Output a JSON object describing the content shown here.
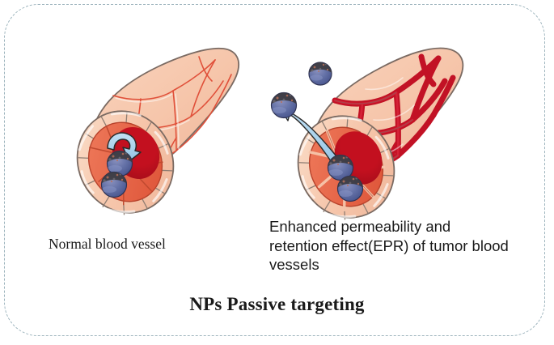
{
  "figure": {
    "title": "NPs Passive targeting",
    "frame_color": "#9db4bd",
    "background": "#ffffff"
  },
  "captions": {
    "normal_vessel": "Normal blood vessel",
    "epr_effect": "Enhanced permeability and retention effect(EPR) of tumor blood vessels"
  },
  "panels": [
    {
      "id": "normal",
      "label": "Normal blood vessel",
      "vessel_type": "normal",
      "junctions": "tight",
      "nanoparticles_inside": 2,
      "nanoparticles_outside": 0,
      "arrow": "u-turn-blocked",
      "arrow_meaning": "nanoparticles cannot extravasate"
    },
    {
      "id": "tumor",
      "label": "Enhanced permeability and retention effect(EPR) of tumor blood vessels",
      "vessel_type": "tumor",
      "junctions": "leaky",
      "nanoparticles_inside": 2,
      "nanoparticles_outside": 2,
      "arrow": "outward-escape",
      "arrow_meaning": "nanoparticles extravasate through fenestrations"
    }
  ],
  "legend_colors": {
    "vessel_wall": "#f6c6ab",
    "vessel_wall_shade": "#eeb295",
    "cell_outline": "#7a6a62",
    "capillary_line_normal": "#e0503a",
    "gap_leaky": "#c21225",
    "lumen_deep": "#c3101f",
    "lumen_mid": "#e2533a",
    "inner_cell": "#e9664a",
    "nanoparticle_base": "#6673a8",
    "nanoparticle_top": "#3c3a3f",
    "arrow_fill": "#a9d2ec",
    "arrow_stroke": "#2b2b2b"
  },
  "icons": {
    "nanoparticle": "nanoparticle-sphere-icon",
    "arrow_blocked": "curved-uturn-arrow-icon",
    "arrow_escape": "curved-escape-arrow-icon"
  }
}
